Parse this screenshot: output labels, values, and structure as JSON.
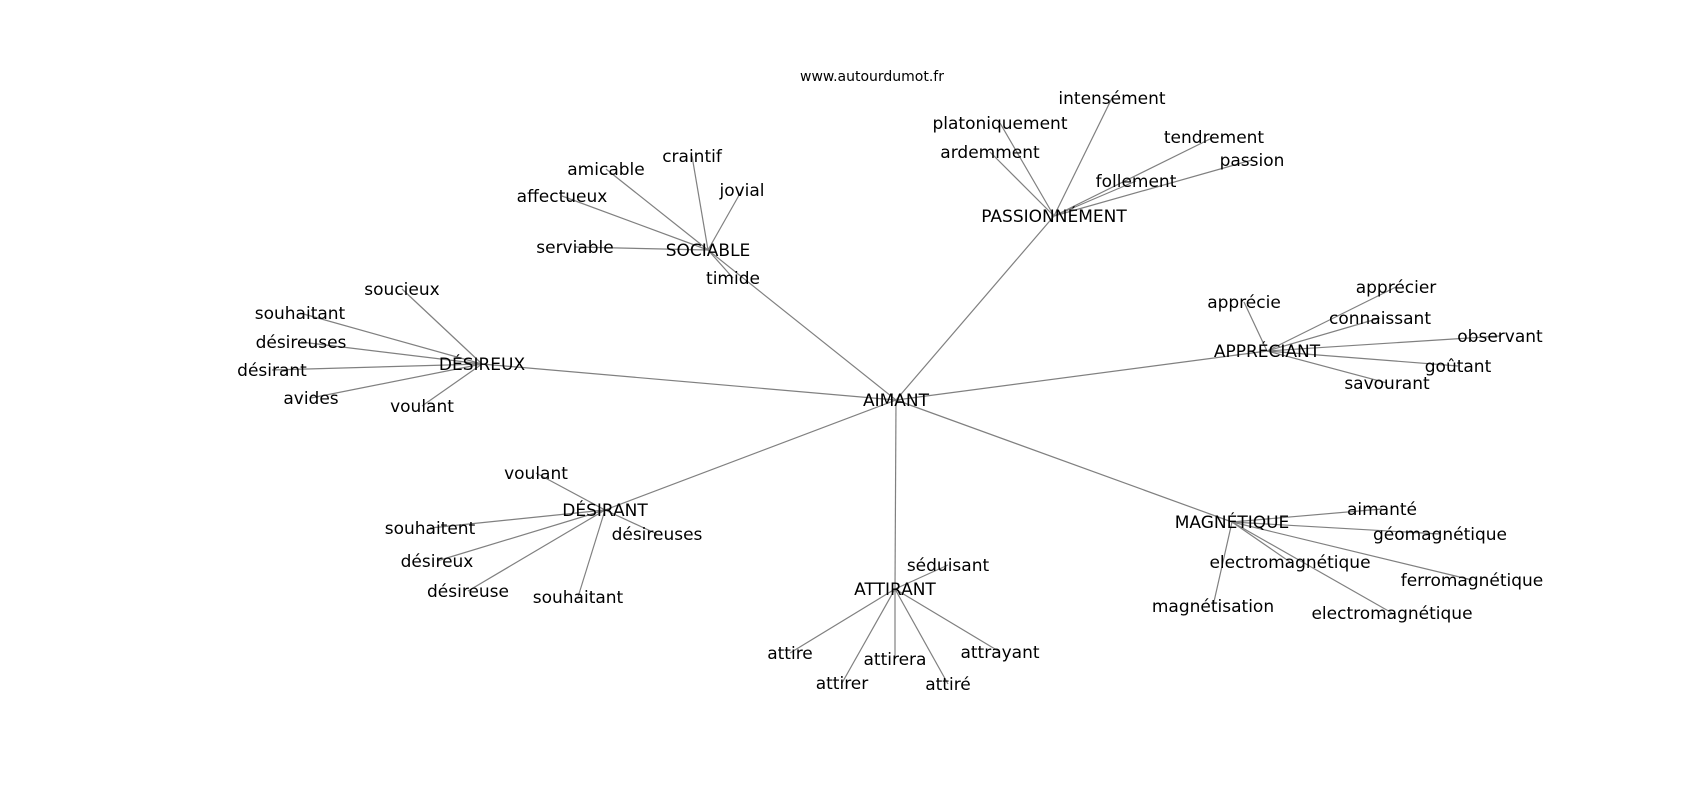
{
  "site_title": "www.autourdumot.fr",
  "center": "AIMANT",
  "groups": [
    {
      "label": "SOCIABLE",
      "words": [
        "amicable",
        "craintif",
        "jovial",
        "affectueux",
        "serviable",
        "timide"
      ]
    },
    {
      "label": "PASSIONNÉMENT",
      "words": [
        "platoniquement",
        "intensément",
        "tendrement",
        "ardemment",
        "follement",
        "passion"
      ]
    },
    {
      "label": "DÉSIREUX",
      "words": [
        "soucieux",
        "souhaitant",
        "désireuses",
        "désirant",
        "avides",
        "voulant"
      ]
    },
    {
      "label": "APPRÉCIANT",
      "words": [
        "apprécie",
        "apprécier",
        "connaissant",
        "observant",
        "goûtant",
        "savourant"
      ]
    },
    {
      "label": "DÉSIRANT",
      "words": [
        "voulant",
        "souhaitent",
        "désireuses",
        "désireux",
        "désireuse",
        "souhaitant"
      ]
    },
    {
      "label": "ATTIRANT",
      "words": [
        "séduisant",
        "attire",
        "attirer",
        "attirera",
        "attrayant",
        "attiré"
      ]
    },
    {
      "label": "MAGNÉTIQUE",
      "words": [
        "aimanté",
        "géomagnétique",
        "electromagnétique",
        "ferromagnétique",
        "magnétisation",
        "electromagnétique"
      ]
    }
  ]
}
